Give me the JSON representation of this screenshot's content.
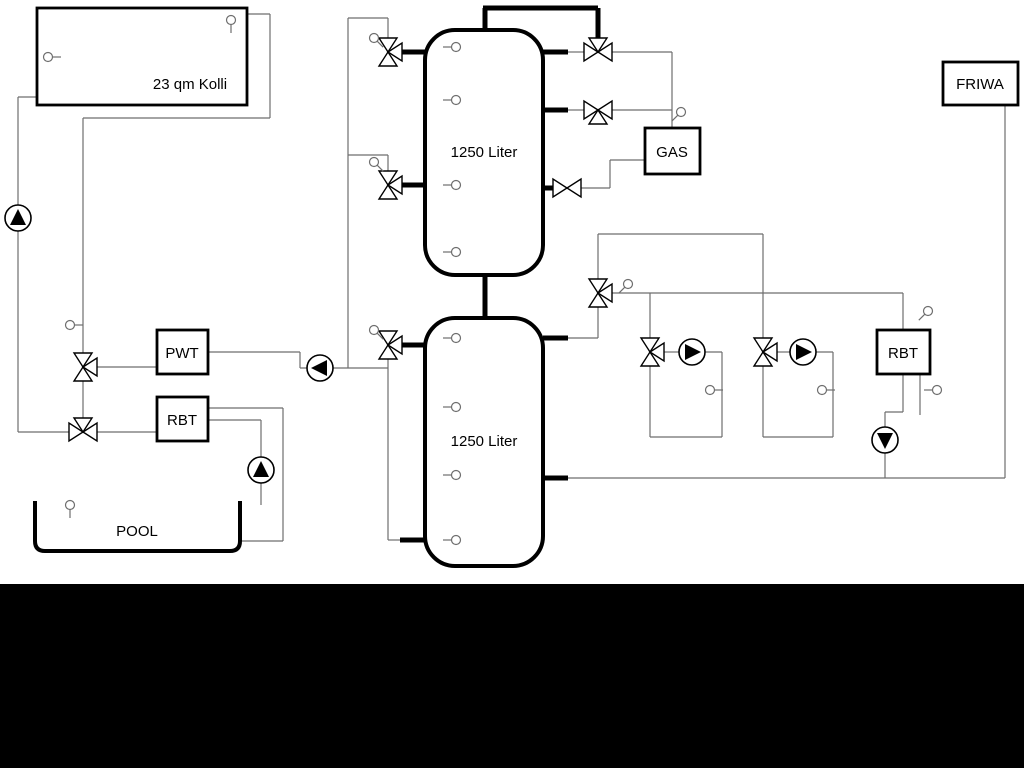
{
  "diagram": {
    "type": "hydraulic-heating-schematic",
    "labels": {
      "collector": "23 qm Kolli",
      "tank_top": "1250 Liter",
      "tank_bottom": "1250 Liter",
      "gas": "GAS",
      "friwa": "FRIWA",
      "pwt": "PWT",
      "rbt_left": "RBT",
      "rbt_right": "RBT",
      "pool": "POOL"
    },
    "colors": {
      "background": "#ffffff",
      "letterbox": "#000000",
      "pipe_thin": "#6e6e6e",
      "pipe_thick": "#000000",
      "component_outline": "#000000"
    },
    "components": {
      "tanks": 2,
      "pumps": 6,
      "three_way_valves": 10,
      "two_way_valves": 1,
      "sensors": 21
    }
  }
}
